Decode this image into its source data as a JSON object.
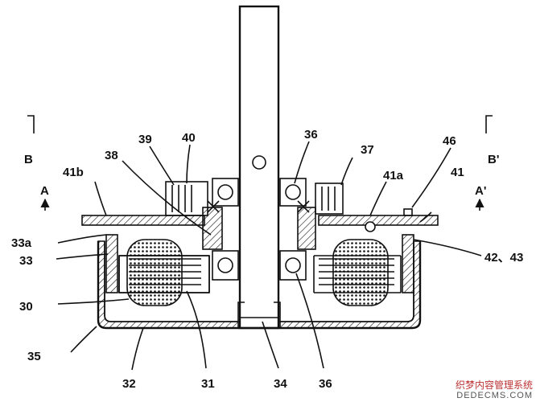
{
  "labels": {
    "l_B_left": "B",
    "l_B_right": "B'",
    "l_A_left": "A",
    "l_A_right": "A'",
    "l_39": "39",
    "l_40": "40",
    "l_36_top": "36",
    "l_37": "37",
    "l_46": "46",
    "l_41": "41",
    "l_38": "38",
    "l_41b": "41b",
    "l_41a": "41a",
    "l_33a": "33a",
    "l_33": "33",
    "l_30": "30",
    "l_35": "35",
    "l_4243": "42、43",
    "l_32": "32",
    "l_31": "31",
    "l_34": "34",
    "l_36_bottom": "36"
  },
  "watermark": {
    "site_cn": "织梦内容管理系统",
    "site_en": "DEDECMS.COM"
  }
}
